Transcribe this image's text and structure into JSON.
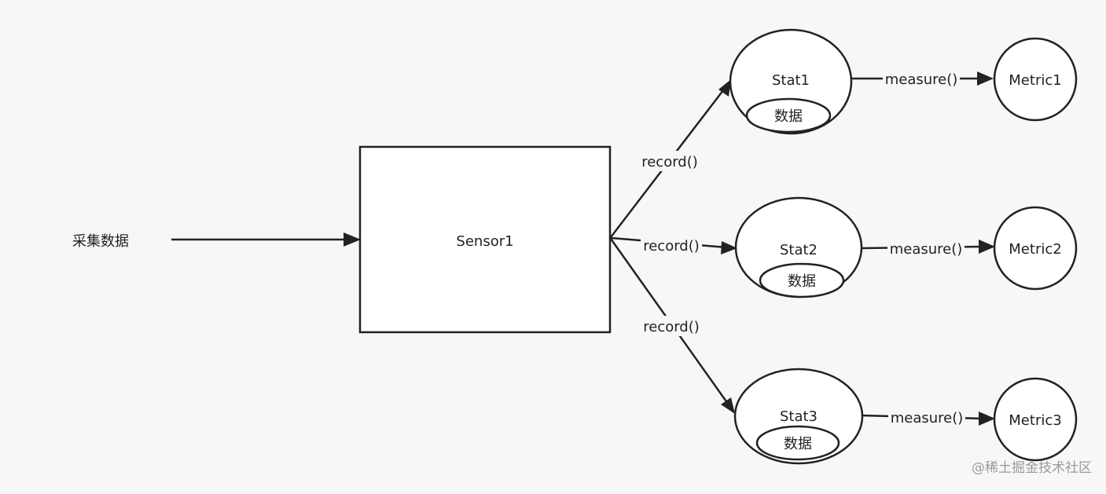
{
  "colors": {
    "background": "#f7f7f7",
    "stroke": "#222222",
    "fill": "#ffffff",
    "text": "#222222",
    "watermark": "#9a9a9a"
  },
  "input_label": "采集数据",
  "sensor": {
    "label": "Sensor1"
  },
  "stats": [
    {
      "label": "Stat1",
      "data_label": "数据",
      "edge_label": "record()"
    },
    {
      "label": "Stat2",
      "data_label": "数据",
      "edge_label": "record()"
    },
    {
      "label": "Stat3",
      "data_label": "数据",
      "edge_label": "record()"
    }
  ],
  "metrics": [
    {
      "label": "Metric1",
      "edge_label": "measure()"
    },
    {
      "label": "Metric2",
      "edge_label": "measure()"
    },
    {
      "label": "Metric3",
      "edge_label": "measure()"
    }
  ],
  "watermark": "@稀土掘金技术社区"
}
